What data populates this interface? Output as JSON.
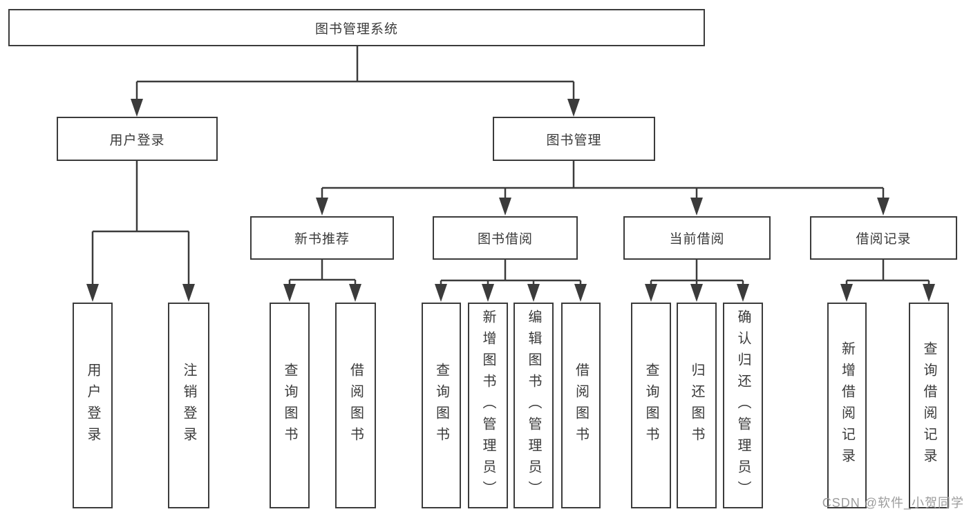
{
  "diagram": {
    "title": "图书管理系统",
    "root": {
      "label": "图书管理系统"
    },
    "level2": [
      {
        "id": "user-login",
        "label": "用户登录"
      },
      {
        "id": "book-management",
        "label": "图书管理"
      }
    ],
    "level3": [
      {
        "id": "new-book-recommend",
        "label": "新书推荐",
        "parent": "图书管理"
      },
      {
        "id": "book-borrow",
        "label": "图书借阅",
        "parent": "图书管理"
      },
      {
        "id": "current-borrow",
        "label": "当前借阅",
        "parent": "图书管理"
      },
      {
        "id": "borrow-records",
        "label": "借阅记录",
        "parent": "图书管理"
      }
    ],
    "leaves": [
      {
        "id": "leaf-user-login",
        "label": "用户登录",
        "parent": "用户登录"
      },
      {
        "id": "leaf-logout",
        "label": "注销登录",
        "parent": "用户登录"
      },
      {
        "id": "leaf-query-books-recommend",
        "label": "查询图书",
        "parent": "新书推荐"
      },
      {
        "id": "leaf-borrow-books-recommend",
        "label": "借阅图书",
        "parent": "新书推荐"
      },
      {
        "id": "leaf-query-books-borrow",
        "label": "查询图书",
        "parent": "图书借阅"
      },
      {
        "id": "leaf-add-books-admin",
        "label": "新增图书（管理员）",
        "parent": "图书借阅"
      },
      {
        "id": "leaf-edit-books-admin",
        "label": "编辑图书（管理员）",
        "parent": "图书借阅"
      },
      {
        "id": "leaf-borrow-books",
        "label": "借阅图书",
        "parent": "图书借阅"
      },
      {
        "id": "leaf-query-books-current",
        "label": "查询图书",
        "parent": "当前借阅"
      },
      {
        "id": "leaf-return-books",
        "label": "归还图书",
        "parent": "当前借阅"
      },
      {
        "id": "leaf-confirm-return-admin",
        "label": "确认归还（管理员）",
        "parent": "当前借阅"
      },
      {
        "id": "leaf-add-borrow-record",
        "label": "新增借阅记录",
        "parent": "借阅记录"
      },
      {
        "id": "leaf-query-borrow-record",
        "label": "查询借阅记录",
        "parent": "借阅记录"
      }
    ]
  },
  "watermark": {
    "text": "CSDN @软件_小贺同学"
  },
  "colors": {
    "line": "#3b3b3b",
    "text": "#3a3a3a",
    "watermark": "#9c9c9c",
    "bg": "#ffffff"
  }
}
